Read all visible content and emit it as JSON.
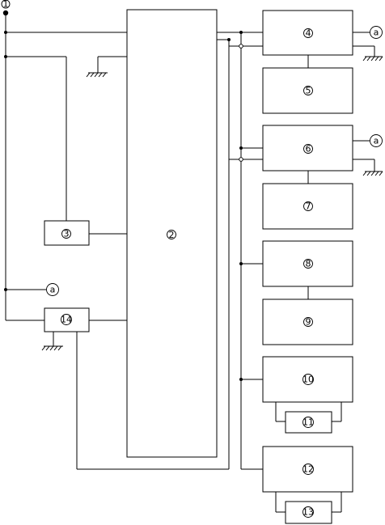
{
  "labels": {
    "n1": "1",
    "n2": "2",
    "n3": "3",
    "n4": "4",
    "n5": "5",
    "n6": "6",
    "n7": "7",
    "n8": "8",
    "n9": "9",
    "n10": "10",
    "n11": "11",
    "n12": "12",
    "n13": "13",
    "n14": "14",
    "connector_a": "a"
  }
}
